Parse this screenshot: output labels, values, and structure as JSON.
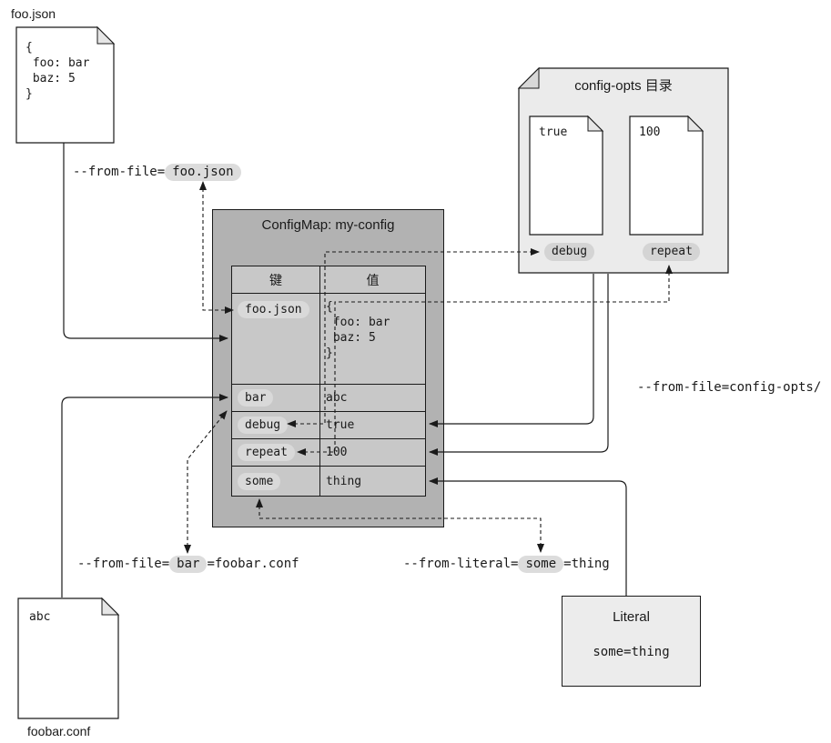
{
  "colors": {
    "configmap_box": "#b2b2b2",
    "table_cell": "#c8c8c8",
    "pill": "#d9d9d9",
    "folder_box": "#ebebeb",
    "file_fill": "#ffffff",
    "line": "#1a1a1a"
  },
  "foo_json_file": {
    "title": "foo.json",
    "content": "{\n foo: bar\n baz: 5\n}"
  },
  "foobar_conf_file": {
    "title": "foobar.conf",
    "content": "abc"
  },
  "config_opts": {
    "title": "config-opts 目录",
    "file_true": "true",
    "file_100": "100",
    "pill_debug": "debug",
    "pill_repeat": "repeat"
  },
  "configmap": {
    "title": "ConfigMap: my-config",
    "col_key": "键",
    "col_value": "值",
    "rows": [
      {
        "key": "foo.json",
        "value": "{\n foo: bar\n baz: 5\n}"
      },
      {
        "key": "bar",
        "value": "abc"
      },
      {
        "key": "debug",
        "value": "true"
      },
      {
        "key": "repeat",
        "value": "100"
      },
      {
        "key": "some",
        "value": "thing"
      }
    ]
  },
  "commands": {
    "from_file_foo": {
      "prefix": "--from-file=",
      "arg": "foo.json",
      "suffix": ""
    },
    "from_file_dir": "--from-file=config-opts/",
    "from_file_bar": {
      "prefix": "--from-file=",
      "arg": "bar",
      "suffix": "=foobar.conf"
    },
    "from_literal": {
      "prefix": "--from-literal=",
      "arg": "some",
      "suffix": "=thing"
    }
  },
  "literal": {
    "title": "Literal",
    "content": "some=thing"
  }
}
